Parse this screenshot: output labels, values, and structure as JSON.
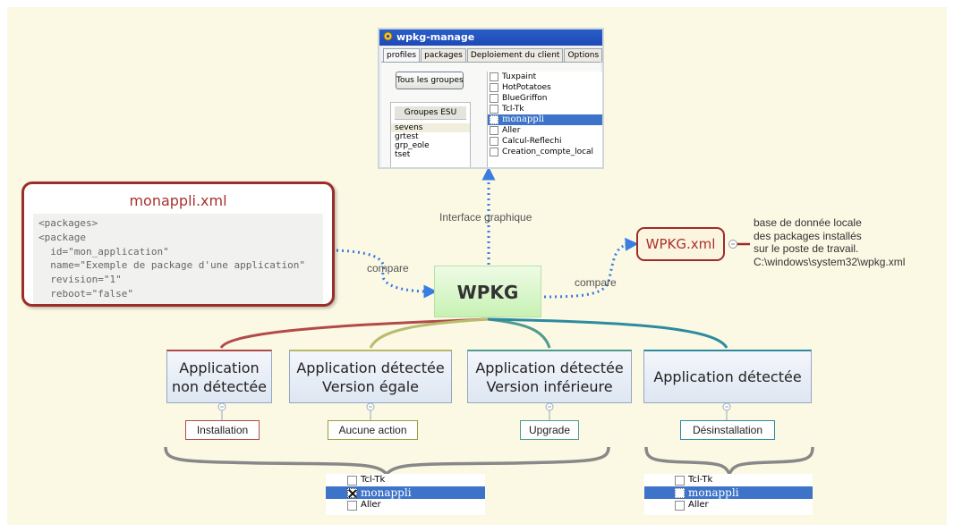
{
  "window": {
    "title": "wpkg-manage",
    "tabs": [
      "profiles",
      "packages",
      "Deploiement du client",
      "Options"
    ],
    "groups_button": "Tous les groupes",
    "groups_header": "Groupes ESU",
    "groups": [
      "sevens",
      "grtest",
      "grp_eole",
      "tset"
    ],
    "packages": [
      "Tuxpaint",
      "HotPotatoes",
      "BlueGriffon",
      "Tcl-Tk",
      "monappli",
      "Aller",
      "Calcul-Reflechi",
      "Creation_compte_local"
    ],
    "selected_package": "monappli"
  },
  "xml_file": {
    "title": "monappli.xml",
    "code": "<packages>\n<package\n  id=\"mon_application\"\n  name=\"Exemple de package d'une application\"\n  revision=\"1\"\n  reboot=\"false\""
  },
  "center": "WPKG",
  "database": {
    "title": "WPKG.xml",
    "note": [
      "base de donnée locale",
      "des packages installés",
      "sur le poste de travail.",
      "C:\\windows\\system32\\wpkg.xml"
    ]
  },
  "labels": {
    "interface": "Interface graphique",
    "compare_left": "compare",
    "compare_right": "compare"
  },
  "cases": [
    {
      "line1": "Application",
      "line2": "non détectée",
      "action": "Installation"
    },
    {
      "line1": "Application détectée",
      "line2": "Version égale",
      "action": "Aucune action"
    },
    {
      "line1": "Application détectée",
      "line2": "Version inférieure",
      "action": "Upgrade"
    },
    {
      "line1": "Application détectée",
      "line2": "",
      "action": "Désinstallation"
    }
  ],
  "snippets": {
    "left": {
      "rows": [
        "Tcl-Tk",
        "monappli",
        "Aller"
      ],
      "checked": true
    },
    "right": {
      "rows": [
        "Tcl-Tk",
        "monappli",
        "Aller"
      ],
      "checked": false
    }
  },
  "colors": {
    "background": "#fbf8e4",
    "accent_red": "#9c2d2a",
    "wpkg_green": "#c8f2b4",
    "dotted_blue": "#3a7de0",
    "selection_blue": "#3d74c9"
  }
}
